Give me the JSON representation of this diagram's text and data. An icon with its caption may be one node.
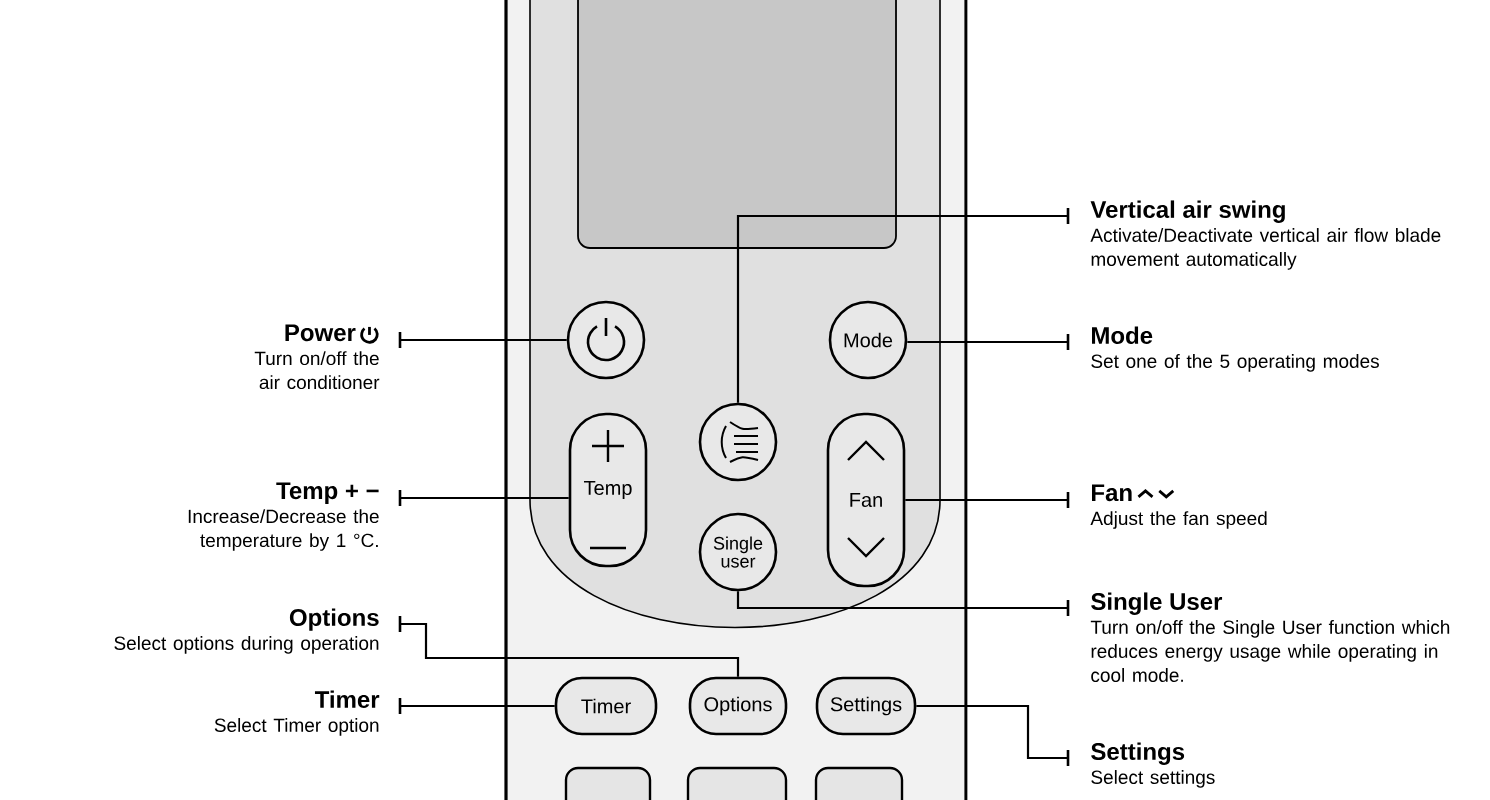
{
  "diagram": {
    "nodes": [
      {
        "text": [
          "Vertical air swing",
          "Activate/Deactivate vertical air flow blade movement automatically"
        ]
      },
      {
        "text": [
          "Power",
          "Turn on/off the air conditioner"
        ]
      },
      {
        "text": [],
        "shape": "circle"
      },
      {
        "text": [
          "Mode"
        ]
      },
      {
        "text": [
          "Mode",
          "Set one of the 5 operating modes"
        ]
      },
      {
        "text": [],
        "shape": "circle"
      },
      {
        "text": [
          "Temp"
        ]
      },
      {
        "text": [
          "Temp + −",
          "Increase/Decrease the temperature by 1 °C."
        ]
      },
      {
        "text": [
          "Fan"
        ]
      },
      {
        "text": [
          "Fan",
          "Adjust the fan speed"
        ]
      },
      {
        "text": [
          "Single user"
        ]
      },
      {
        "text": [
          "Single User",
          "Turn on/off the Single User function which reduces energy usage while operating in cool mode."
        ]
      },
      {
        "text": [
          "Options",
          "Select options during operation"
        ]
      },
      {
        "text": [
          "Timer",
          "Select Timer option"
        ]
      },
      {
        "text": [
          "Timer"
        ]
      },
      {
        "text": [
          "Options"
        ]
      },
      {
        "text": [
          "Settings"
        ]
      },
      {
        "text": [
          "Settings",
          "Select settings"
        ]
      }
    ],
    "edges": [
      {
        "from": 0,
        "to": 5,
        "arrow": "none"
      },
      {
        "from": 1,
        "to": 2,
        "arrow": "none"
      },
      {
        "from": 4,
        "to": 3,
        "arrow": "none"
      },
      {
        "from": 7,
        "to": 6,
        "arrow": "none"
      },
      {
        "from": 9,
        "to": 8,
        "arrow": "none"
      },
      {
        "from": 11,
        "to": 10,
        "arrow": "none"
      },
      {
        "from": 12,
        "to": 15,
        "arrow": "none"
      },
      {
        "from": 13,
        "to": 14,
        "arrow": "none"
      },
      {
        "from": 17,
        "to": 16,
        "arrow": "none"
      }
    ]
  }
}
